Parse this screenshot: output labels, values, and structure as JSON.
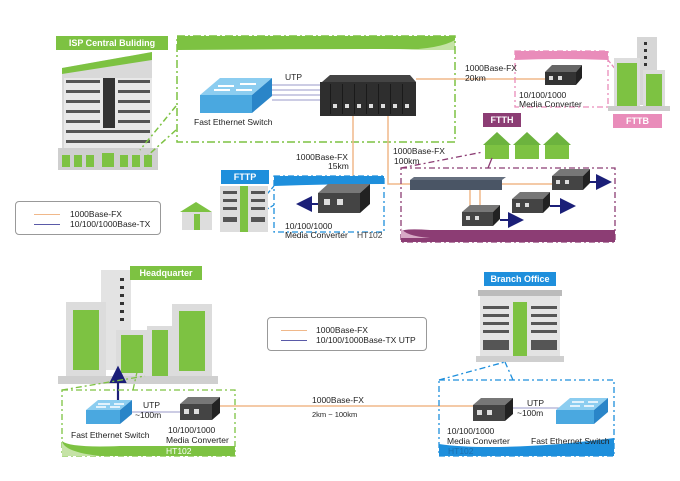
{
  "colors": {
    "green": "#7dc242",
    "blue": "#1e8fdc",
    "pink": "#e98cba",
    "purple": "#8c3d74",
    "fiber": "#f0b88a",
    "utp": "#5a5aa8",
    "arrow": "#1b1f78"
  },
  "top": {
    "isp_tag": "ISP  Central Buliding",
    "switch_label": "Fast Ethernet Switch",
    "utp_label": "UTP",
    "link_fttb": {
      "type": "1000Base-FX",
      "distance": "20km"
    },
    "link_fttp": {
      "type": "1000Base-FX",
      "distance": "15km"
    },
    "link_ftth": {
      "type": "1000Base-FX",
      "distance": "100km"
    },
    "fttb": {
      "tag": "FTTB",
      "converter_line1": "10/100/1000",
      "converter_line2": "Media  Converter"
    },
    "ftth": {
      "tag": "FTTH"
    },
    "fttp": {
      "tag": "FTTP",
      "converter_line1": "10/100/1000",
      "converter_line2": "Media  Converter",
      "model": "HT102"
    },
    "legend": {
      "fiber": "1000Base-FX",
      "utp": "10/100/1000Base-TX"
    }
  },
  "bottom": {
    "hq_tag": "Headquarter",
    "branch_tag": "Branch Office",
    "legend": {
      "fiber": "1000Base-FX",
      "utp": "10/100/1000Base-TX UTP"
    },
    "link": {
      "type": "1000Base-FX",
      "distance": "2km ~ 100km"
    },
    "hq": {
      "utp": "UTP",
      "utp_dist": "~100m",
      "switch_label": "Fast Ethernet Switch",
      "converter_line1": "10/100/1000",
      "converter_line2": "Media Converter",
      "model": "HT102"
    },
    "branch": {
      "utp": "UTP",
      "utp_dist": "~100m",
      "switch_label": "Fast Ethernet Switch",
      "converter_line1": "10/100/1000",
      "converter_line2": "Media Converter",
      "model": "HT102"
    }
  }
}
